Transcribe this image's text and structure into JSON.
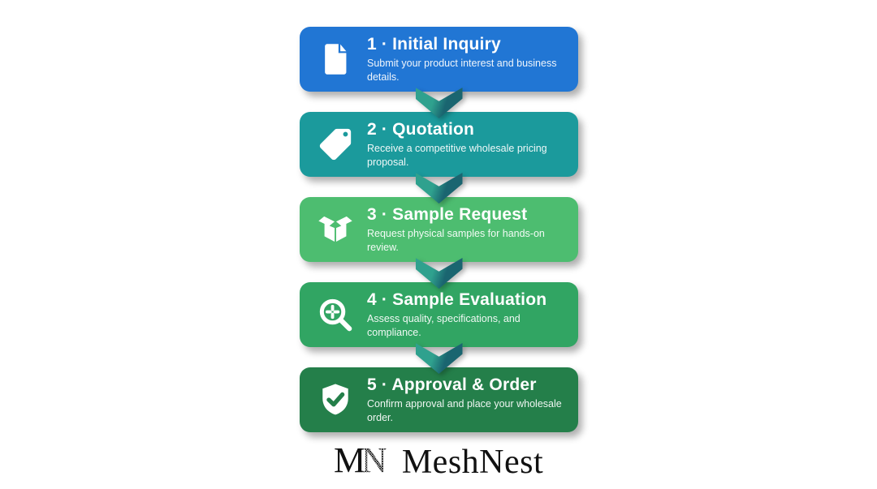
{
  "steps": [
    {
      "title_display": "1 · Initial Inquiry",
      "description": "Submit your product interest and business details.",
      "color": "#2176d4",
      "icon": "document-icon"
    },
    {
      "title_display": "2 · Quotation",
      "description": "Receive a competitive wholesale pricing proposal.",
      "color": "#1b9a9c",
      "icon": "price-tag-icon"
    },
    {
      "title_display": "3 · Sample Request",
      "description": "Request physical samples for hands-on review.",
      "color": "#4dbd70",
      "icon": "open-box-icon"
    },
    {
      "title_display": "4 · Sample Evaluation",
      "description": "Assess quality, specifications, and compliance.",
      "color": "#31a563",
      "icon": "magnifier-icon"
    },
    {
      "title_display": "5 · Approval & Order",
      "description": "Confirm approval and place your wholesale order.",
      "color": "#247f4a",
      "icon": "shield-check-icon"
    }
  ],
  "connector": {
    "gradient_start": "#2fa18e",
    "gradient_end": "#1a6570"
  },
  "brand": {
    "monogram_m": "M",
    "monogram_n": "N",
    "name": "MeshNest",
    "text_color": "#111111"
  }
}
